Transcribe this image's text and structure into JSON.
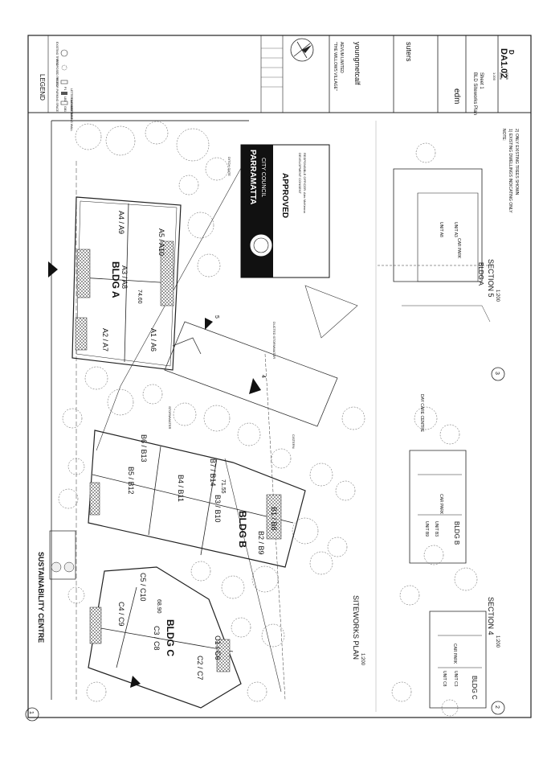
{
  "title_block": {
    "project": "\"THE WILLOWS VILLAGE\"",
    "client": "AEVUM LIMITED",
    "architect": "youngmetcalf",
    "landscape": "suters",
    "engineer": "edm",
    "drawing_title": "BLD Siteworks Plan",
    "sheet": "Sheet 1",
    "drawing_no": "DA1.02",
    "revision": "D",
    "scale": "1:200",
    "project_no": "0708",
    "date": "2006"
  },
  "legend": {
    "heading": "LEGEND",
    "items": [
      "EXISTING TREES",
      "PROPOSED TREES",
      "VISITOR PARKING SPACE",
      "LETTER BOXES",
      "GARBAGE BINS",
      "RETAINING WALL"
    ],
    "codes": [
      "P1",
      "LB1",
      "GB1"
    ]
  },
  "stamp": {
    "council": "PARRAMATTA",
    "council_sub": "CITY COUNCIL",
    "status": "APPROVED",
    "note1": "DEVELOPMENT CONSENT",
    "note2": "RESPONSIBLE OFFICER: Alec McKenna"
  },
  "plan": {
    "title": "SITEWORKS PLAN",
    "scale": "1:200",
    "number": "1",
    "sustainability": "SUSTAINABILITY CENTRE",
    "buildings": [
      {
        "label": "BLDG A",
        "units": [
          "A1 / A6",
          "A2 / A7",
          "A3 / A8",
          "A4 / A9",
          "A5 / A10"
        ],
        "level": "74.60"
      },
      {
        "label": "BLDG B",
        "units": [
          "B1 / B8",
          "B2 / B9",
          "B3 / B10",
          "B4 / B11",
          "B5 / B12",
          "B6 / B13",
          "B7 / B14"
        ],
        "level": "71.55"
      },
      {
        "label": "BLDG C",
        "units": [
          "C1 / C6",
          "C2 / C7",
          "C3 / C8",
          "C4 / C9",
          "C5 / C10"
        ],
        "level": "68.90"
      }
    ],
    "labels": [
      "DITCH GATE",
      "DUCTED STORMWATER",
      "STORMWATER",
      "CISTERN",
      "4",
      "5"
    ]
  },
  "sections": [
    {
      "number": "2",
      "title": "SECTION 4",
      "scale": "1:200",
      "bldg": "BLDG C",
      "car_park": "CAR PARK",
      "units": [
        "UNIT C8",
        "UNIT C3"
      ]
    },
    {
      "number": "",
      "title": "",
      "scale": "",
      "bldg": "BLDG B",
      "car_park": "CAR PARK",
      "units": [
        "UNIT B9",
        "UNIT B3"
      ],
      "extra": "DAY CARE CENTRE"
    },
    {
      "number": "3",
      "title": "SECTION 5",
      "scale": "1:200",
      "bldg": "BLDG A",
      "car_park": "CAR PARK",
      "units": [
        "UNIT A8",
        "UNIT A3"
      ]
    }
  ],
  "notes": {
    "heading": "NOTE:",
    "lines": [
      "1) EXISTING DWELLINGS INDICATING ONLY",
      "2) ONLY EXISTING TREES SHOWN"
    ]
  }
}
